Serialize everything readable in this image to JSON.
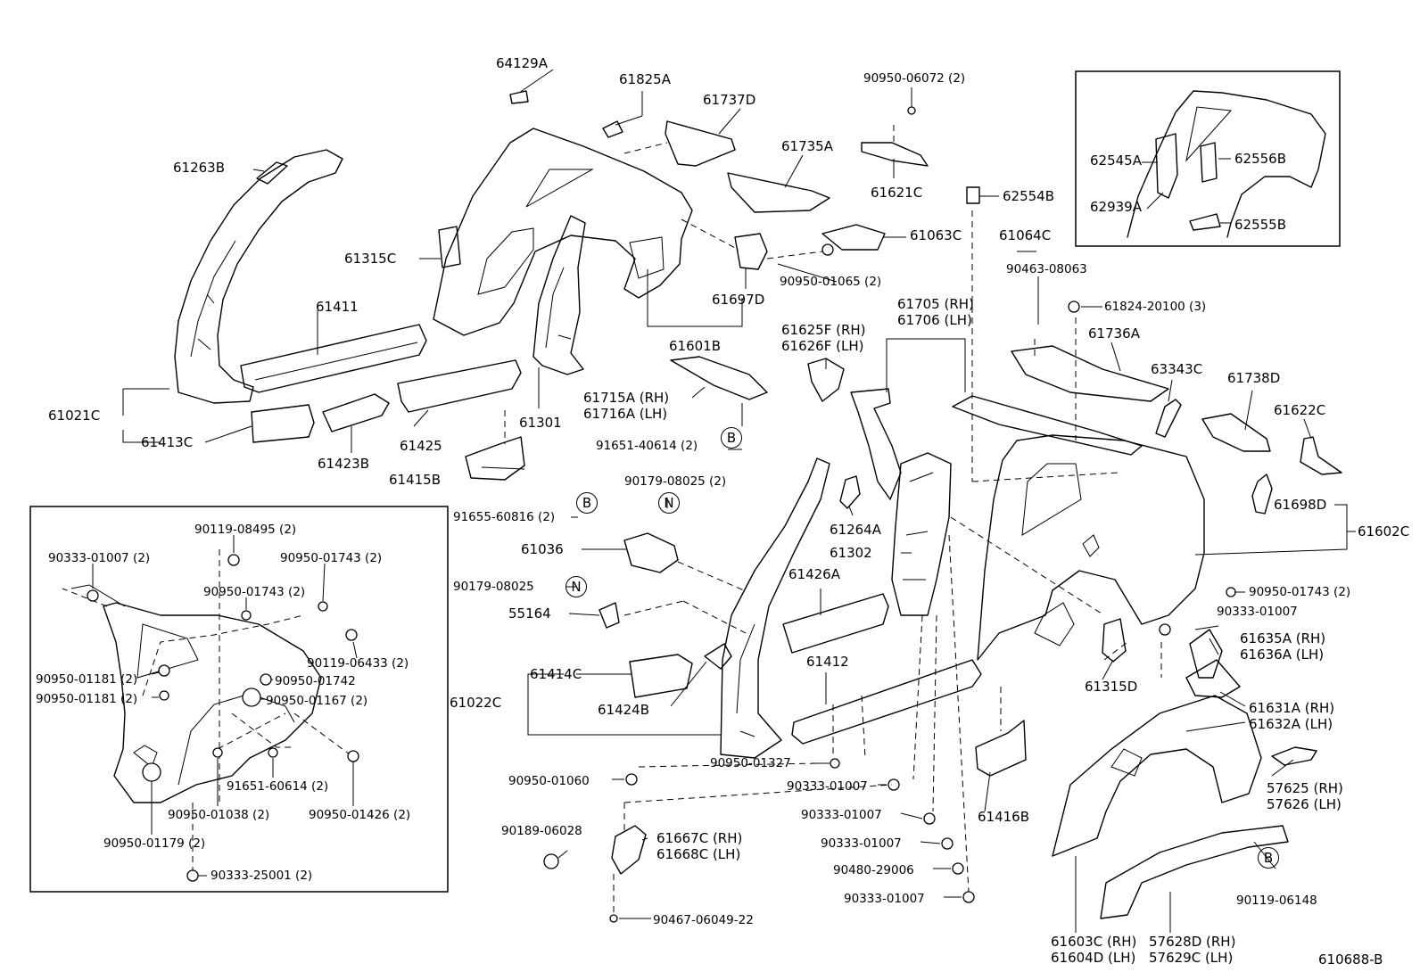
{
  "diagram_ref": "610688-B",
  "callouts": {
    "p64129A": "64129A",
    "p61825A": "61825A",
    "p61737D": "61737D",
    "p61735A": "61735A",
    "p90950_06072": "90950-06072 (2)",
    "p61621C": "61621C",
    "p62554B": "62554B",
    "p61263B": "61263B",
    "p61315C": "61315C",
    "p61411": "61411",
    "p61063C": "61063C",
    "p90950_01065": "90950-01065 (2)",
    "p61697D": "61697D",
    "p61601B": "61601B",
    "p61064C": "61064C",
    "p90463_08063": "90463-08063",
    "p61824_20100": "61824-20100 (3)",
    "p61705": "61705 (RH)",
    "p61706": "61706 (LH)",
    "p61625F": "61625F (RH)",
    "p61626F": "61626F (LH)",
    "p61736A": "61736A",
    "p63343C": "63343C",
    "p61738D": "61738D",
    "p61622C": "61622C",
    "p61021C": "61021C",
    "p61413C": "61413C",
    "p61423B": "61423B",
    "p61425": "61425",
    "p61301": "61301",
    "p61715A": "61715A (RH)",
    "p61716A": "61716A (LH)",
    "p91651_40614": "91651-40614 (2)",
    "p61415B": "61415B",
    "p90179_08025a": "90179-08025 (2)",
    "p91655_60816": "91655-60816 (2)",
    "p61036": "61036",
    "p90179_08025b": "90179-08025",
    "p55164": "55164",
    "p61264A": "61264A",
    "p61302": "61302",
    "p61426A": "61426A",
    "p61698D": "61698D",
    "p61602C": "61602C",
    "p90950_01743r": "90950-01743 (2)",
    "p90333_01007r": "90333-01007",
    "p61635A": "61635A (RH)",
    "p61636A": "61636A (LH)",
    "p61414C": "61414C",
    "p61412": "61412",
    "p61022C": "61022C",
    "p61424B": "61424B",
    "p61315D": "61315D",
    "p61631A": "61631A (RH)",
    "p61632A": "61632A (LH)",
    "p90950_01327": "90950-01327",
    "p90950_01060": "90950-01060",
    "p90333_01007a": "90333-01007",
    "p61416B": "61416B",
    "p57625": "57625 (RH)",
    "p57626": "57626 (LH)",
    "p90333_01007b": "90333-01007",
    "p90189_06028": "90189-06028",
    "p61667C": "61667C (RH)",
    "p61668C": "61668C (LH)",
    "p90333_01007c": "90333-01007",
    "p90480_29006": "90480-29006",
    "p90333_01007d": "90333-01007",
    "p90119_06148": "90119-06148",
    "p90467_06049": "90467-06049-22",
    "p61603C": "61603C (RH)",
    "p61604D": "61604D (LH)",
    "p57628D": "57628D (RH)",
    "p57629C": "57629C (LH)"
  },
  "inset_top": {
    "p62545A": "62545A",
    "p62556B": "62556B",
    "p62939A": "62939A",
    "p62555B": "62555B"
  },
  "inset_left": {
    "p90119_08495": "90119-08495 (2)",
    "p90333_01007": "90333-01007 (2)",
    "p90950_01743a": "90950-01743 (2)",
    "p90950_01743b": "90950-01743 (2)",
    "p90119_06433": "90119-06433 (2)",
    "p90950_01181a": "90950-01181 (2)",
    "p90950_01742": "90950-01742",
    "p90950_01181b": "90950-01181 (2)",
    "p90950_01167": "90950-01167 (2)",
    "p91651_60614": "91651-60614 (2)",
    "p90950_01038": "90950-01038 (2)",
    "p90950_01426": "90950-01426 (2)",
    "p90950_01179": "90950-01179 (2)",
    "p90333_25001": "90333-25001 (2)"
  },
  "markers": {
    "b1": "B",
    "b2": "B",
    "b3": "B",
    "n1": "N",
    "n2": "N"
  }
}
